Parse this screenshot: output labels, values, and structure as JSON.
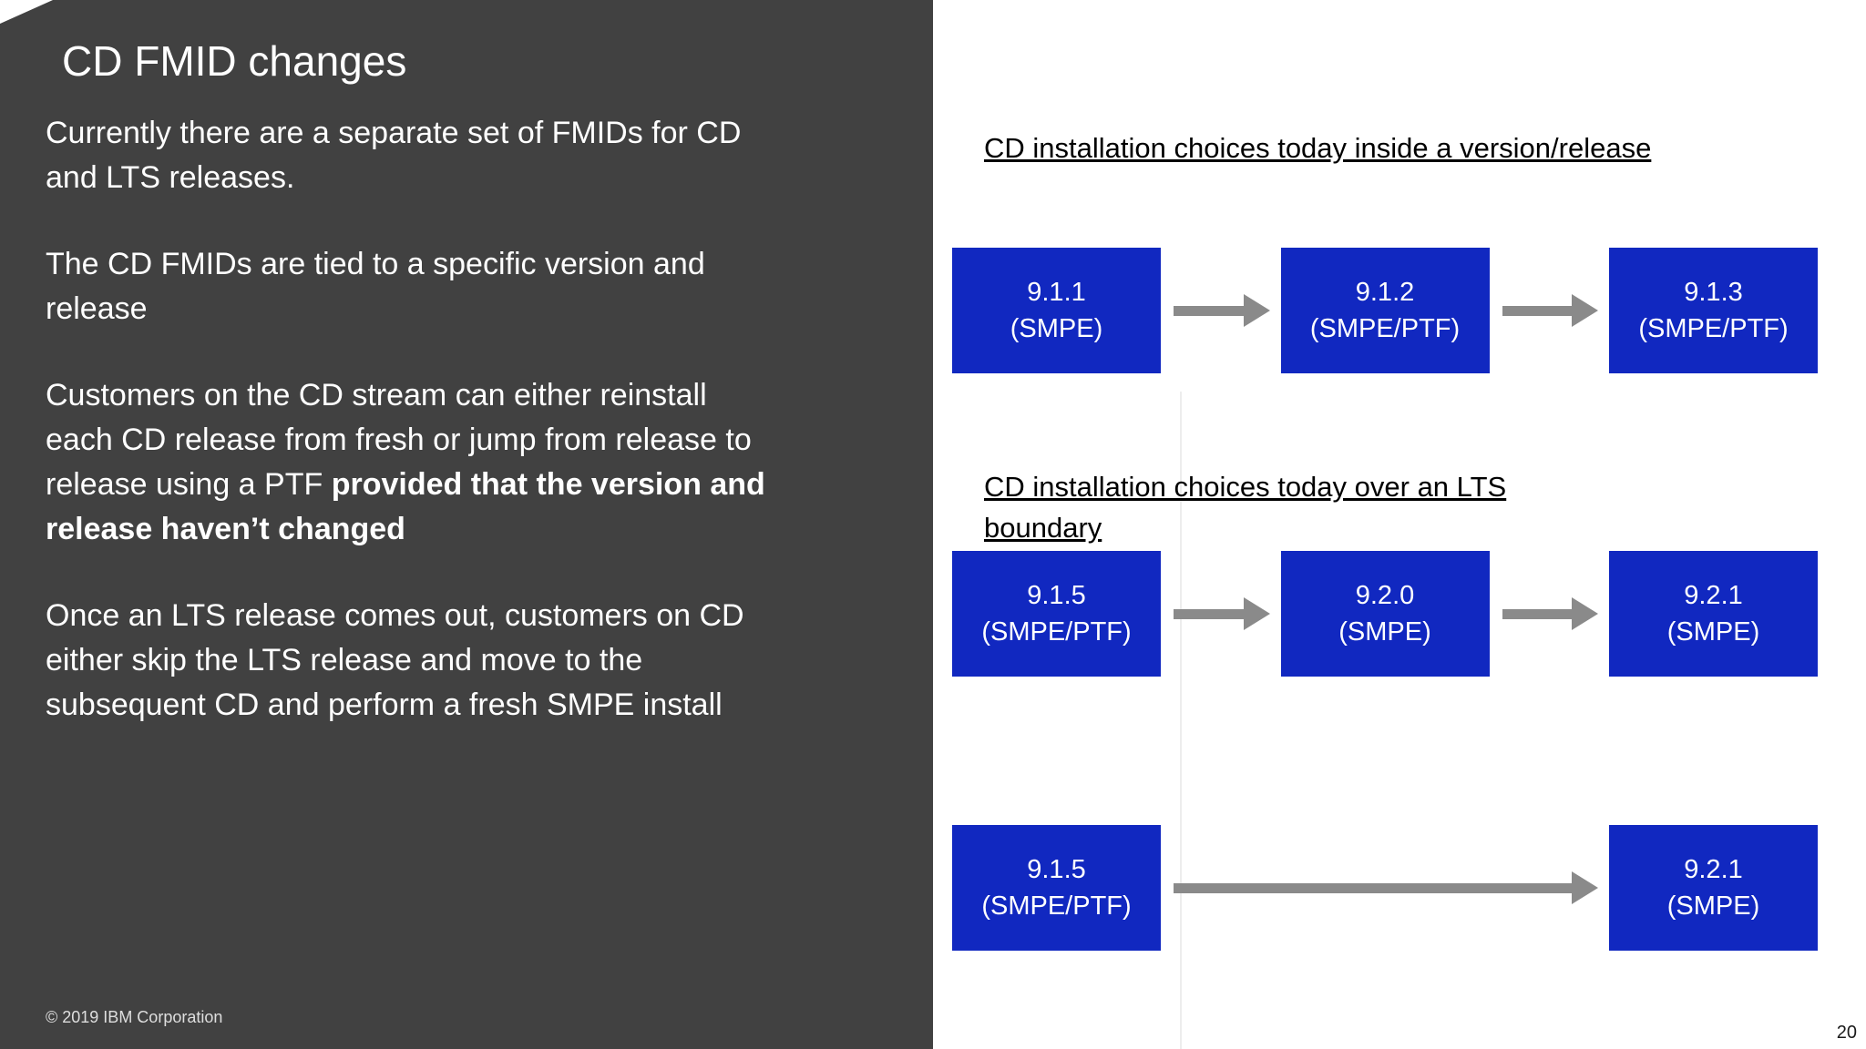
{
  "colors": {
    "panel_bg": "#414141",
    "box_blue": "#1128c0",
    "arrow_gray": "#8a8a8a"
  },
  "left_panel": {
    "title": "CD FMID changes",
    "paragraphs": [
      {
        "lines": [
          [
            {
              "text": "Currently there are a separate set of FMIDs for CD",
              "bold": false
            }
          ],
          [
            {
              "text": "and LTS releases.",
              "bold": false
            }
          ]
        ]
      },
      {
        "lines": [
          [
            {
              "text": "The CD FMIDs are tied to a specific version and",
              "bold": false
            }
          ],
          [
            {
              "text": "release",
              "bold": false
            }
          ]
        ]
      },
      {
        "lines": [
          [
            {
              "text": "Customers on the CD stream can either reinstall",
              "bold": false
            }
          ],
          [
            {
              "text": "each CD release from fresh or jump from release to",
              "bold": false
            }
          ],
          [
            {
              "text": "release using a PTF ",
              "bold": false
            },
            {
              "text": "provided that the version and",
              "bold": true
            }
          ],
          [
            {
              "text": "release haven’t changed",
              "bold": true
            }
          ]
        ]
      },
      {
        "lines": [
          [
            {
              "text": "Once an LTS release comes out, customers on CD",
              "bold": false
            }
          ],
          [
            {
              "text": "either skip the LTS release and move to the",
              "bold": false
            }
          ],
          [
            {
              "text": "subsequent CD and perform a fresh SMPE install",
              "bold": false
            }
          ]
        ]
      }
    ],
    "footer": "© 2019 IBM Corporation"
  },
  "right_panel": {
    "heading_top": "CD installation choices today inside a version/release",
    "heading_bottom_lines": [
      "CD installation choices today over an LTS",
      "boundary"
    ],
    "rows": [
      {
        "name": "inside-version-release",
        "boxes": [
          {
            "version": "9.1.1",
            "method": "(SMPE)"
          },
          {
            "version": "9.1.2",
            "method": "(SMPE/PTF)"
          },
          {
            "version": "9.1.3",
            "method": "(SMPE/PTF)"
          }
        ]
      },
      {
        "name": "over-lts-boundary-step",
        "boxes": [
          {
            "version": "9.1.5",
            "method": "(SMPE/PTF)"
          },
          {
            "version": "9.2.0",
            "method": "(SMPE)"
          },
          {
            "version": "9.2.1",
            "method": "(SMPE)"
          }
        ]
      },
      {
        "name": "over-lts-boundary-skip",
        "boxes": [
          {
            "version": "9.1.5",
            "method": "(SMPE/PTF)"
          },
          {
            "version": "9.2.1",
            "method": "(SMPE)"
          }
        ]
      }
    ],
    "page_number": "20"
  }
}
